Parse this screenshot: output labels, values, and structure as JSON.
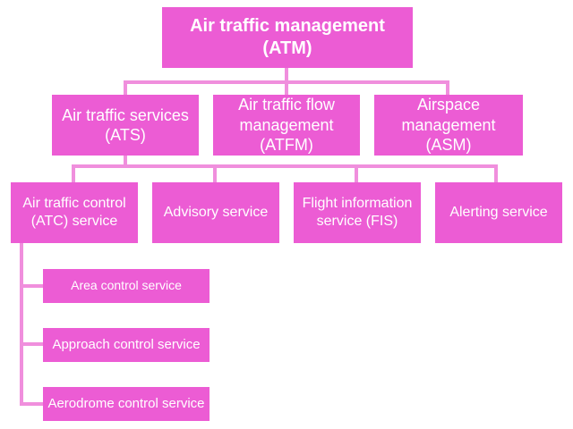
{
  "colors": {
    "box_fill": "#ec5cd4",
    "connector": "#f08fdd",
    "text": "#ffffff",
    "background": "#ffffff"
  },
  "root": {
    "label": "Air traffic management (ATM)"
  },
  "level1": {
    "ats": "Air traffic services\n(ATS)",
    "atfm": "Air traffic flow\nmanagement (ATFM)",
    "asm": "Airspace\nmanagement (ASM)"
  },
  "level2": {
    "atc": "Air traffic control\n(ATC) service",
    "advisory": "Advisory service",
    "fis": "Flight information\nservice (FIS)",
    "alerting": "Alerting service"
  },
  "level3": {
    "area": "Area control service",
    "approach": "Approach control service",
    "aerodrome": "Aerodrome control service"
  }
}
